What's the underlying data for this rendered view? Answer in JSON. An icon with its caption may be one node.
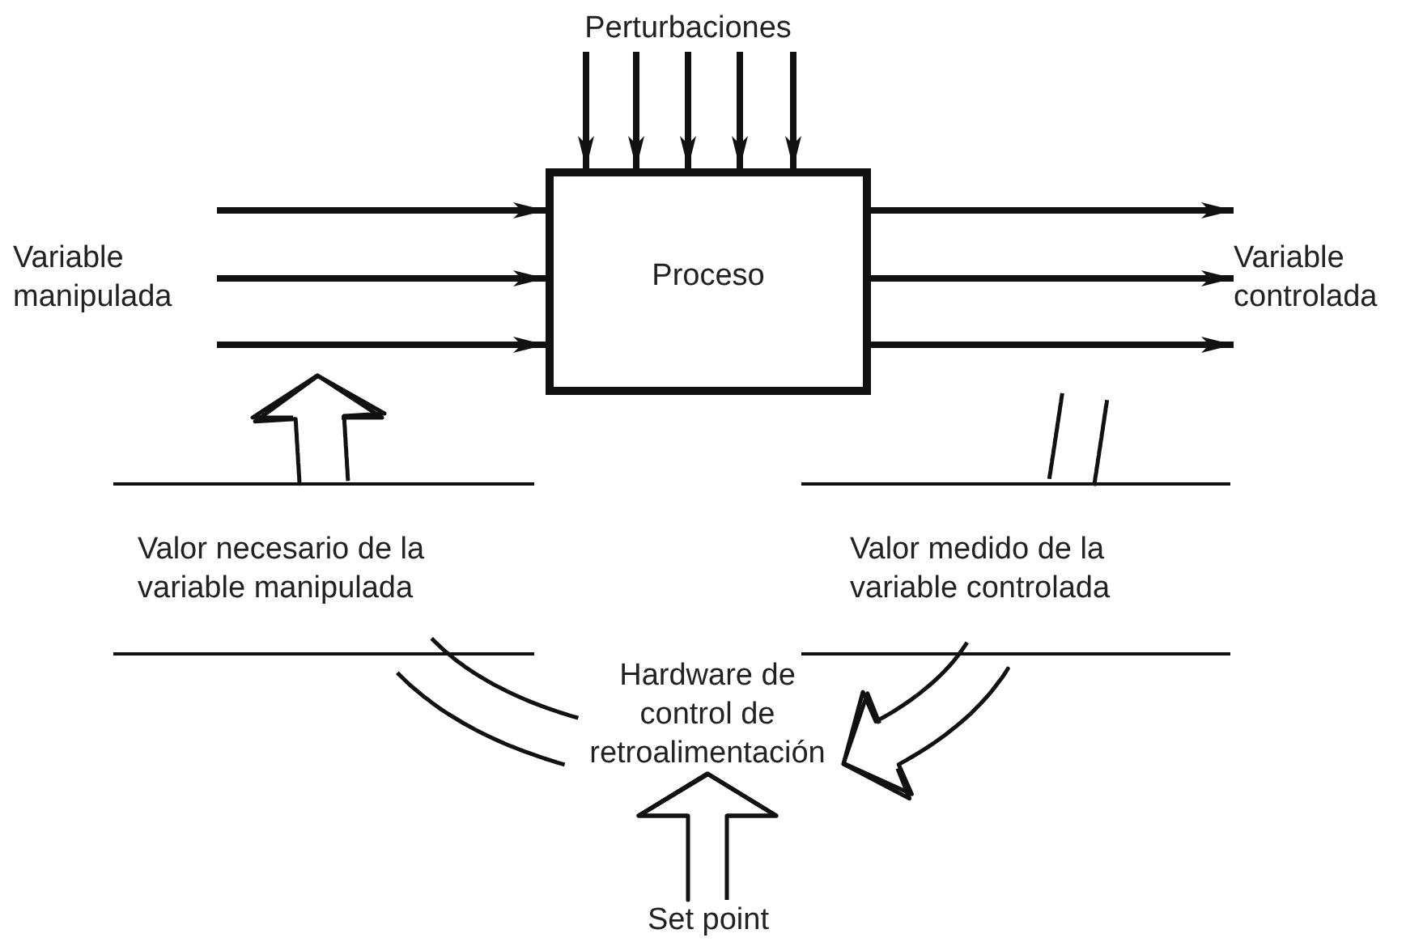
{
  "diagram": {
    "nodes": [
      {
        "text": [
          "Perturbaciones"
        ]
      },
      {
        "text": [
          "Proceso"
        ]
      },
      {
        "text": [
          "Variable manipulada"
        ]
      },
      {
        "text": [
          "Variable controlada"
        ]
      },
      {
        "text": [
          "Valor necesario de la variable manipulada"
        ]
      },
      {
        "text": [
          "Valor medido de la variable controlada"
        ]
      },
      {
        "text": [
          "Hardware de control de retroalimentación"
        ]
      },
      {
        "text": [
          "Set point"
        ]
      }
    ],
    "edges": [
      {
        "from": 0,
        "to": 1,
        "arrow": "to"
      },
      {
        "from": 0,
        "to": 1,
        "arrow": "to"
      },
      {
        "from": 0,
        "to": 1,
        "arrow": "to"
      },
      {
        "from": 0,
        "to": 1,
        "arrow": "to"
      },
      {
        "from": 0,
        "to": 1,
        "arrow": "to"
      },
      {
        "from": 2,
        "to": 1,
        "arrow": "to"
      },
      {
        "from": 2,
        "to": 1,
        "arrow": "to"
      },
      {
        "from": 2,
        "to": 1,
        "arrow": "to"
      },
      {
        "from": 1,
        "to": 3,
        "arrow": "to"
      },
      {
        "from": 1,
        "to": 3,
        "arrow": "to"
      },
      {
        "from": 1,
        "to": 3,
        "arrow": "to"
      },
      {
        "from": 4,
        "to": null,
        "arrow": "to"
      },
      {
        "from": null,
        "to": 5,
        "arrow": "none"
      },
      {
        "from": 6,
        "to": 4,
        "arrow": "none"
      },
      {
        "from": 5,
        "to": 6,
        "arrow": "to"
      },
      {
        "from": 7,
        "to": 6,
        "arrow": "to"
      }
    ]
  }
}
